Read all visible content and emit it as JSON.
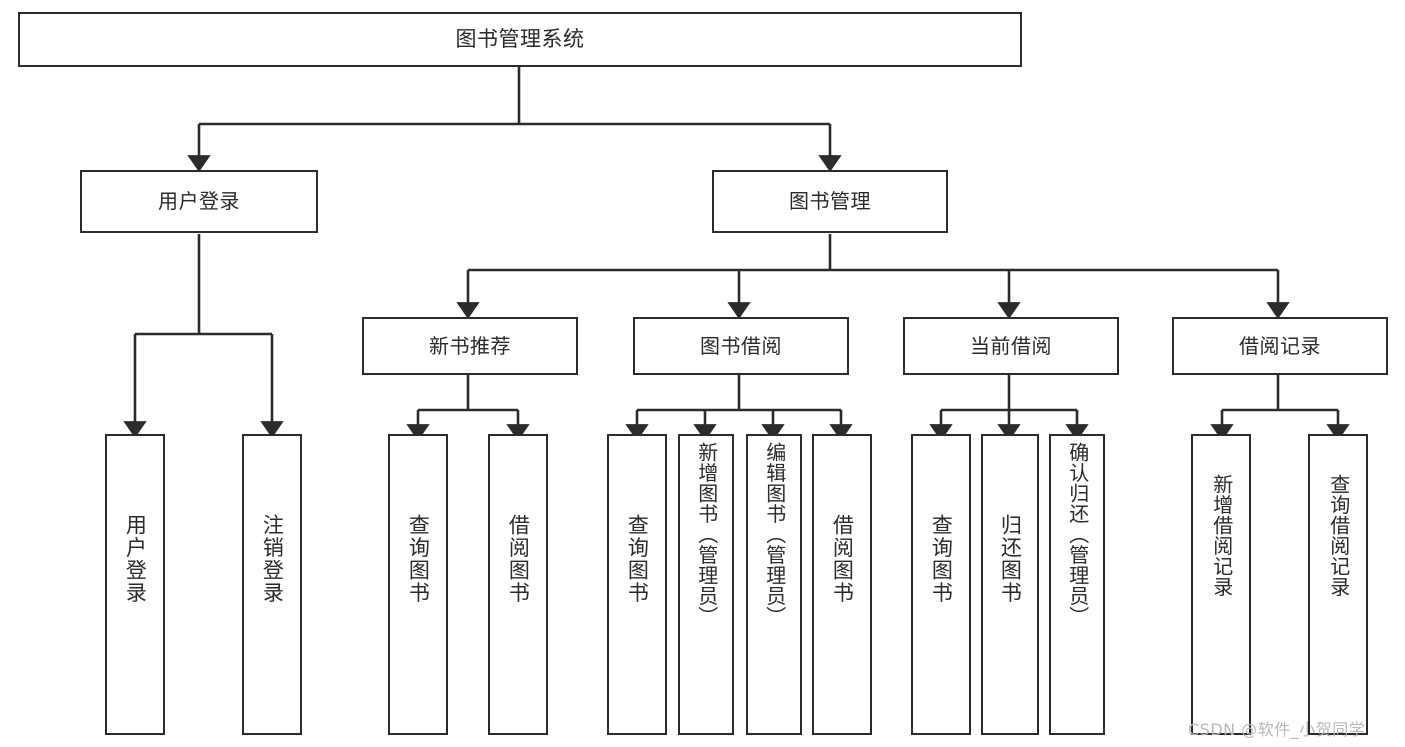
{
  "diagram": {
    "type": "tree-hierarchy",
    "title": "图书管理系统",
    "watermark": "CSDN @软件_小贺同学",
    "colors": {
      "node_border": "#2b2b2b",
      "node_fill": "#ffffff",
      "edge": "#2b2b2b",
      "text": "#2a2a2a",
      "watermark": "#b8b8b8",
      "background": "#ffffff"
    },
    "nodes": {
      "root": {
        "label": "图书管理系统"
      },
      "level1": [
        {
          "id": "user-login",
          "label": "用户登录"
        },
        {
          "id": "book-manage",
          "label": "图书管理"
        }
      ],
      "level2": [
        {
          "id": "new-book-recommend",
          "label": "新书推荐"
        },
        {
          "id": "book-borrow",
          "label": "图书借阅"
        },
        {
          "id": "current-borrow",
          "label": "当前借阅"
        },
        {
          "id": "borrow-record",
          "label": "借阅记录"
        }
      ],
      "leaves": {
        "user-login": [
          {
            "id": "leaf-user-login",
            "label": "用户登录"
          },
          {
            "id": "leaf-logout-login",
            "label": "注销登录"
          }
        ],
        "new-book-recommend": [
          {
            "id": "leaf-query-book-1",
            "label": "查询图书"
          },
          {
            "id": "leaf-borrow-book-1",
            "label": "借阅图书"
          }
        ],
        "book-borrow": [
          {
            "id": "leaf-query-book-2",
            "label": "查询图书"
          },
          {
            "id": "leaf-add-book-admin",
            "label": "新增图书（管理员）"
          },
          {
            "id": "leaf-edit-book-admin",
            "label": "编辑图书（管理员）"
          },
          {
            "id": "leaf-borrow-book-2",
            "label": "借阅图书"
          }
        ],
        "current-borrow": [
          {
            "id": "leaf-query-book-3",
            "label": "查询图书"
          },
          {
            "id": "leaf-return-book",
            "label": "归还图书"
          },
          {
            "id": "leaf-confirm-return-admin",
            "label": "确认归还（管理员）"
          }
        ],
        "borrow-record": [
          {
            "id": "leaf-add-borrow-record",
            "label": "新增借阅记录"
          },
          {
            "id": "leaf-query-borrow-record",
            "label": "查询借阅记录"
          }
        ]
      }
    }
  }
}
